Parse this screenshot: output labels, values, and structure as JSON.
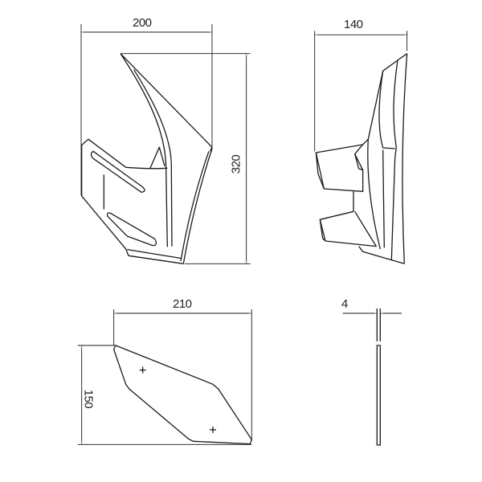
{
  "drawing": {
    "front_view": {
      "width_label": "200",
      "height_label": "320"
    },
    "side_view": {
      "depth_label": "140"
    },
    "plate_view": {
      "width_label": "210",
      "height_label": "150"
    },
    "thickness_view": {
      "thickness_label": "4"
    }
  }
}
